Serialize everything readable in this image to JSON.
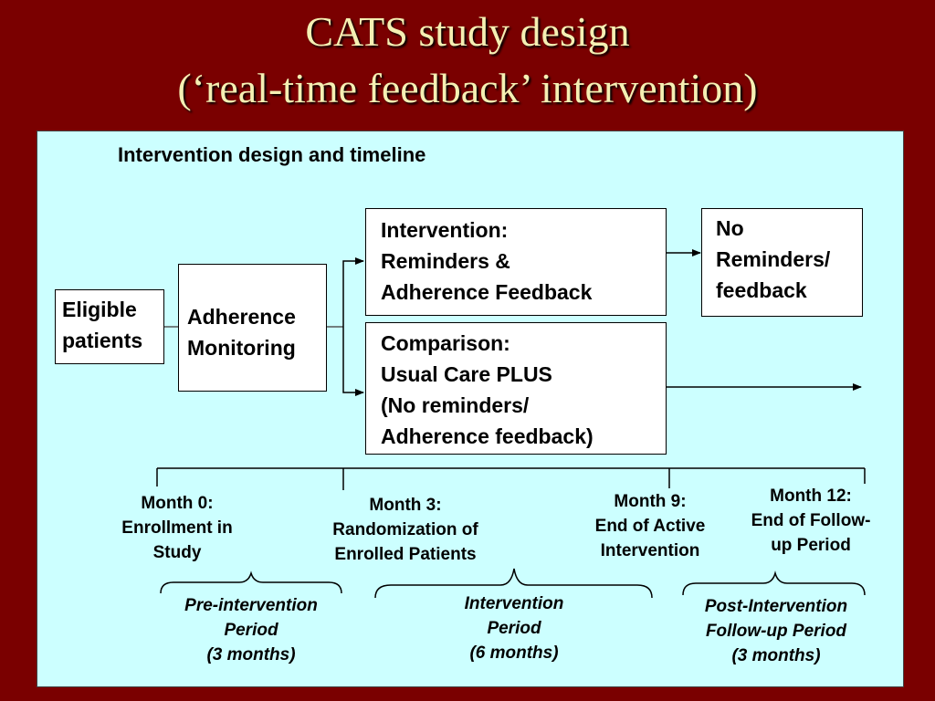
{
  "title": {
    "line1": "CATS study design",
    "line2": "(‘real-time feedback’ intervention)"
  },
  "panel": {
    "label": "Intervention design and timeline"
  },
  "boxes": {
    "eligible": [
      "Eligible",
      "patients"
    ],
    "adherence": [
      "Adherence",
      "Monitoring"
    ],
    "intervention": [
      "Intervention:",
      "Reminders &",
      "Adherence Feedback"
    ],
    "comparison": [
      "Comparison:",
      "Usual Care PLUS",
      "(No reminders/",
      "Adherence feedback)"
    ],
    "no_reminders": [
      "No",
      "Reminders/",
      "feedback"
    ]
  },
  "milestones": [
    [
      "Month 0:",
      "Enrollment in",
      "Study"
    ],
    [
      "Month 3:",
      "Randomization of",
      "Enrolled Patients"
    ],
    [
      "Month 9:",
      "End of Active",
      "Intervention"
    ],
    [
      "Month 12:",
      "End of Follow-",
      "up Period"
    ]
  ],
  "periods": [
    [
      "Pre-intervention",
      "Period",
      "(3 months)"
    ],
    [
      "Intervention",
      "Period",
      "(6 months)"
    ],
    [
      "Post-Intervention",
      "Follow-up Period",
      "(3 months)"
    ]
  ]
}
